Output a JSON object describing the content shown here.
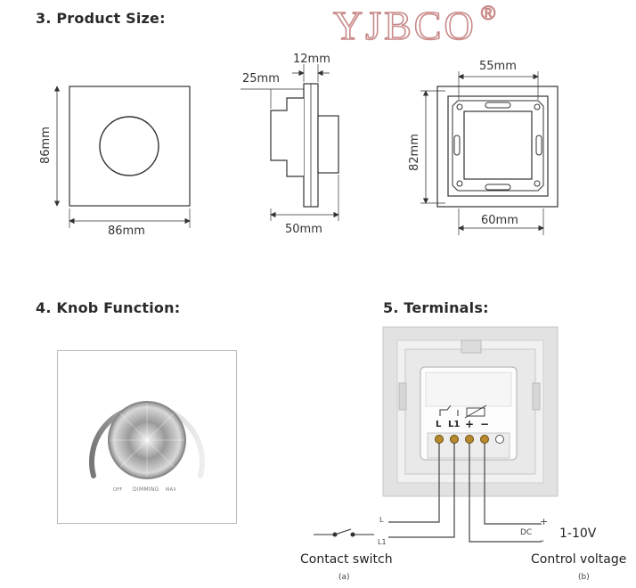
{
  "brand": {
    "name": "YJBCO",
    "registered": "®"
  },
  "sections": {
    "product_size": {
      "title": "3. Product Size:"
    },
    "knob_function": {
      "title": "4. Knob Function:"
    },
    "terminals": {
      "title": "5. Terminals:"
    }
  },
  "dimensions": {
    "front_height": "86mm",
    "front_width": "86mm",
    "side_top": "12mm",
    "side_depth": "25mm",
    "side_width": "50mm",
    "back_top": "55mm",
    "back_height": "82mm",
    "back_bottom": "60mm"
  },
  "knob": {
    "off": "OFF",
    "dimming": "DIMMING",
    "max": "MAX"
  },
  "terminals": {
    "labels": [
      "L",
      "L1",
      "+",
      "−"
    ],
    "wire_L": "L",
    "wire_L1": "L1",
    "dc": "DC",
    "plus": "+",
    "minus": "-",
    "voltage": "1-10V",
    "contact_switch": "Contact switch",
    "control_voltage": "Control voltage",
    "caption_a": "(a)",
    "caption_b": "(b)"
  }
}
